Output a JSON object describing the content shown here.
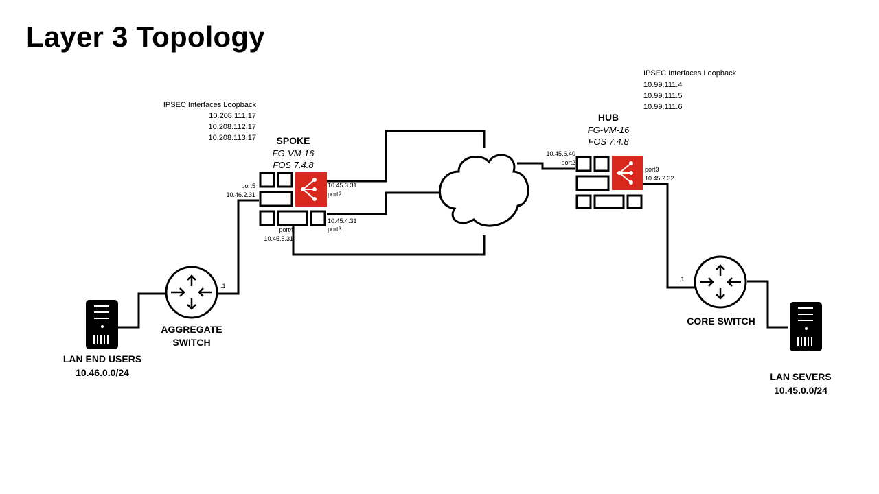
{
  "title": "Layer 3 Topology",
  "colors": {
    "firewall_accent": "#d9281e",
    "line": "#000000"
  },
  "spoke": {
    "name": "SPOKE",
    "model": "FG-VM-16",
    "os": "FOS 7.4.8",
    "loopback_title": "IPSEC Interfaces Loopback",
    "loopbacks": [
      "10.208.111.17",
      "10.208.112.17",
      "10.208.113.17"
    ],
    "port5_name": "port5",
    "port5_ip": "10.46.2.31",
    "port2_ip": "10.45.3.31",
    "port2_name": "port2",
    "port3_ip": "10.45.4.31",
    "port3_name": "port3",
    "port4_name": "port4",
    "port4_ip": "10.45.5.31"
  },
  "hub": {
    "name": "HUB",
    "model": "FG-VM-16",
    "os": "FOS 7.4.8",
    "loopback_title": "IPSEC Interfaces Loopback",
    "loopbacks": [
      "10.99.111.4",
      "10.99.111.5",
      "10.99.111.6"
    ],
    "port2_ip": "10.45.6.40",
    "port2_name": "port2",
    "port3_name": "port3",
    "port3_ip": "10.45.2.32"
  },
  "aggregate_switch": {
    "line1": "AGGREGATE",
    "line2": "SWITCH",
    "gw": ".1"
  },
  "core_switch": {
    "label": "CORE SWITCH",
    "gw": ".1"
  },
  "lan_end_users": {
    "line1": "LAN END USERS",
    "line2": "10.46.0.0/24"
  },
  "lan_servers": {
    "line1": "LAN SEVERS",
    "line2": "10.45.0.0/24"
  },
  "icons": [
    "firewall-icon",
    "cloud-icon",
    "router-icon",
    "server-icon"
  ]
}
